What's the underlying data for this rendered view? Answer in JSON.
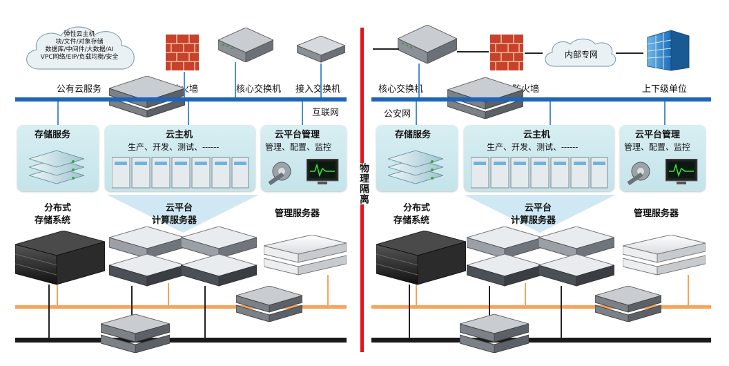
{
  "left": {
    "cloud": {
      "lines": [
        "弹性云主机",
        "块/文件/对象存储",
        "数据库/中间件/大数据/AI",
        "VPC网络/EIP/负载均衡/安全"
      ]
    },
    "public_cloud_service": "公有云服务",
    "firewall": "防火墙",
    "core_switch": "核心交换机",
    "access_switch": "接入交换机",
    "network_label": "互联网",
    "storage_service": "存储服务",
    "cloud_host": "云主机",
    "cloud_host_sub": "生产、开发、测试、------",
    "cloud_mgmt": "云平台管理",
    "cloud_mgmt_sub": "管理、配置、监控",
    "distributed_storage": [
      "分布式",
      "存储系统"
    ],
    "compute_server": [
      "云平台",
      "计算服务器"
    ],
    "mgmt_server": "管理服务器"
  },
  "right": {
    "core_switch": "核心交换机",
    "firewall": "防火墙",
    "intranet": "内部专网",
    "upper_lower_units": "上下级单位",
    "network_label": "公安网",
    "storage_service": "存储服务",
    "cloud_host": "云主机",
    "cloud_host_sub": "生产、开发、测试、------",
    "cloud_mgmt": "云平台管理",
    "cloud_mgmt_sub": "管理、配置、监控",
    "distributed_storage": [
      "分布式",
      "存储系统"
    ],
    "compute_server": [
      "云平台",
      "计算服务器"
    ],
    "mgmt_server": "管理服务器"
  },
  "divider_label": "物理隔离"
}
